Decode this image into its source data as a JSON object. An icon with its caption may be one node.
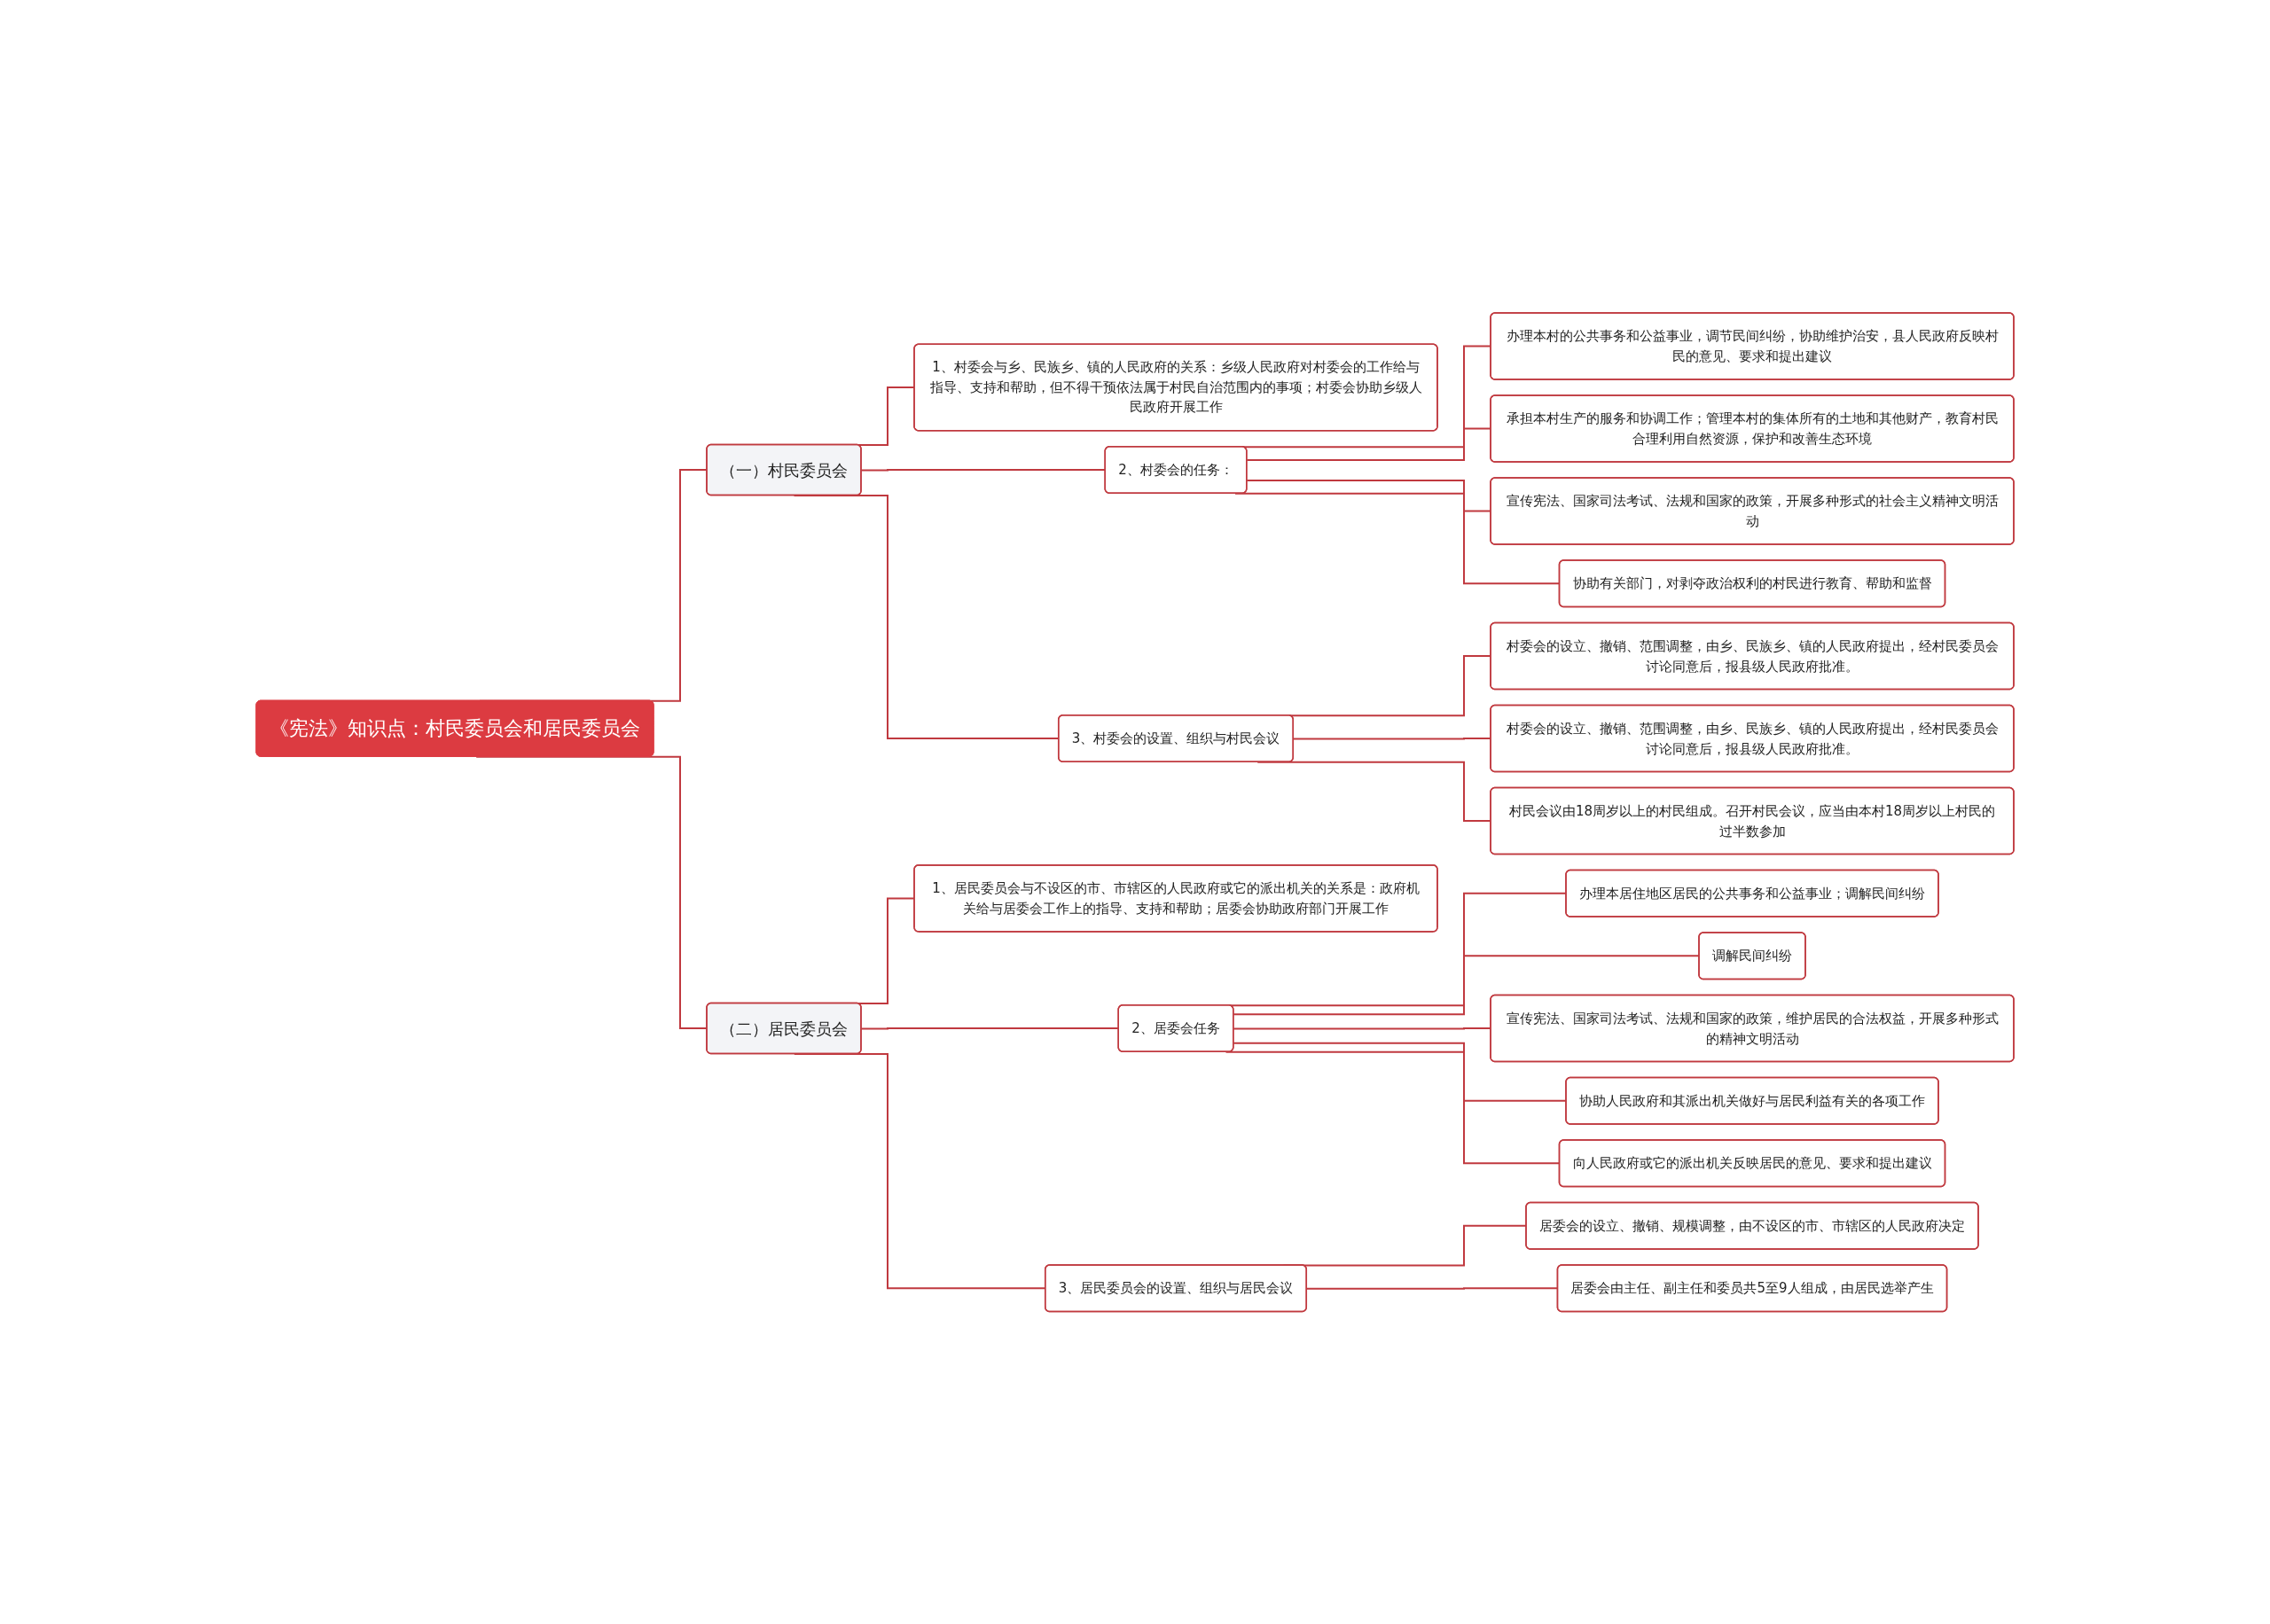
{
  "diagram": {
    "nodes": [
      {
        "text": [
          "《宪法》知识点：村民委员会和居民委员会"
        ]
      },
      {
        "text": [
          "（一）村民委员会"
        ]
      },
      {
        "text": [
          "1、村委会与乡、民族乡、镇的人民政府的关系：乡级人民政府对村委会的工作给与指导、支持和帮助，但不得干预依法属于村民自治范围内的事项；村委会协助乡级人民政府开展工作"
        ]
      },
      {
        "text": [
          "2、村委会的任务："
        ]
      },
      {
        "text": [
          "办理本村的公共事务和公益事业，调节民间纠纷，协助维护治安，县人民政府反映村民的意见、要求和提出建议"
        ]
      },
      {
        "text": [
          "承担本村生产的服务和协调工作；管理本村的集体所有的土地和其他财产，教育村民合理利用自然资源，保护和改善生态环境"
        ]
      },
      {
        "text": [
          "宣传宪法、国家司法考试、法规和国家的政策，开展多种形式的社会主义精神文明活动"
        ]
      },
      {
        "text": [
          "协助有关部门，对剥夺政治权利的村民进行教育、帮助和监督"
        ]
      },
      {
        "text": [
          "3、村委会的设置、组织与村民会议"
        ]
      },
      {
        "text": [
          "村委会的设立、撤销、范围调整，由乡、民族乡、镇的人民政府提出，经村民委员会讨论同意后，报县级人民政府批准。"
        ]
      },
      {
        "text": [
          "村委会的设立、撤销、范围调整，由乡、民族乡、镇的人民政府提出，经村民委员会讨论同意后，报县级人民政府批准。"
        ]
      },
      {
        "text": [
          "村民会议由18周岁以上的村民组成。召开村民会议，应当由本村18周岁以上村民的过半数参加"
        ]
      },
      {
        "text": [
          "（二）居民委员会"
        ]
      },
      {
        "text": [
          "1、居民委员会与不设区的市、市辖区的人民政府或它的派出机关的关系是：政府机关给与居委会工作上的指导、支持和帮助；居委会协助政府部门开展工作"
        ]
      },
      {
        "text": [
          "2、居委会任务"
        ]
      },
      {
        "text": [
          "办理本居住地区居民的公共事务和公益事业；调解民间纠纷"
        ]
      },
      {
        "text": [
          "调解民间纠纷"
        ]
      },
      {
        "text": [
          "宣传宪法、国家司法考试、法规和国家的政策，维护居民的合法权益，开展多种形式的精神文明活动"
        ]
      },
      {
        "text": [
          "协助人民政府和其派出机关做好与居民利益有关的各项工作"
        ]
      },
      {
        "text": [
          "向人民政府或它的派出机关反映居民的意见、要求和提出建议"
        ]
      },
      {
        "text": [
          "3、居民委员会的设置、组织与居民会议"
        ]
      },
      {
        "text": [
          "居委会的设立、撤销、规模调整，由不设区的市、市辖区的人民政府决定"
        ]
      },
      {
        "text": [
          "居委会由主任、副主任和委员共5至9人组成，由居民选举产生"
        ]
      }
    ],
    "edges": [
      {
        "from": 0,
        "to": 1,
        "arrow": "none"
      },
      {
        "from": 1,
        "to": 2,
        "arrow": "none"
      },
      {
        "from": 1,
        "to": 3,
        "arrow": "none"
      },
      {
        "from": 3,
        "to": 4,
        "arrow": "none"
      },
      {
        "from": 3,
        "to": 5,
        "arrow": "none"
      },
      {
        "from": 3,
        "to": 6,
        "arrow": "none"
      },
      {
        "from": 3,
        "to": 7,
        "arrow": "none"
      },
      {
        "from": 1,
        "to": 8,
        "arrow": "none"
      },
      {
        "from": 8,
        "to": 9,
        "arrow": "none"
      },
      {
        "from": 8,
        "to": 10,
        "arrow": "none"
      },
      {
        "from": 8,
        "to": 11,
        "arrow": "none"
      },
      {
        "from": 0,
        "to": 12,
        "arrow": "none"
      },
      {
        "from": 12,
        "to": 13,
        "arrow": "none"
      },
      {
        "from": 12,
        "to": 14,
        "arrow": "none"
      },
      {
        "from": 14,
        "to": 15,
        "arrow": "none"
      },
      {
        "from": 14,
        "to": 16,
        "arrow": "none"
      },
      {
        "from": 14,
        "to": 17,
        "arrow": "none"
      },
      {
        "from": 14,
        "to": 18,
        "arrow": "none"
      },
      {
        "from": 14,
        "to": 19,
        "arrow": "none"
      },
      {
        "from": 12,
        "to": 20,
        "arrow": "none"
      },
      {
        "from": 20,
        "to": 21,
        "arrow": "none"
      },
      {
        "from": 20,
        "to": 22,
        "arrow": "none"
      }
    ]
  }
}
